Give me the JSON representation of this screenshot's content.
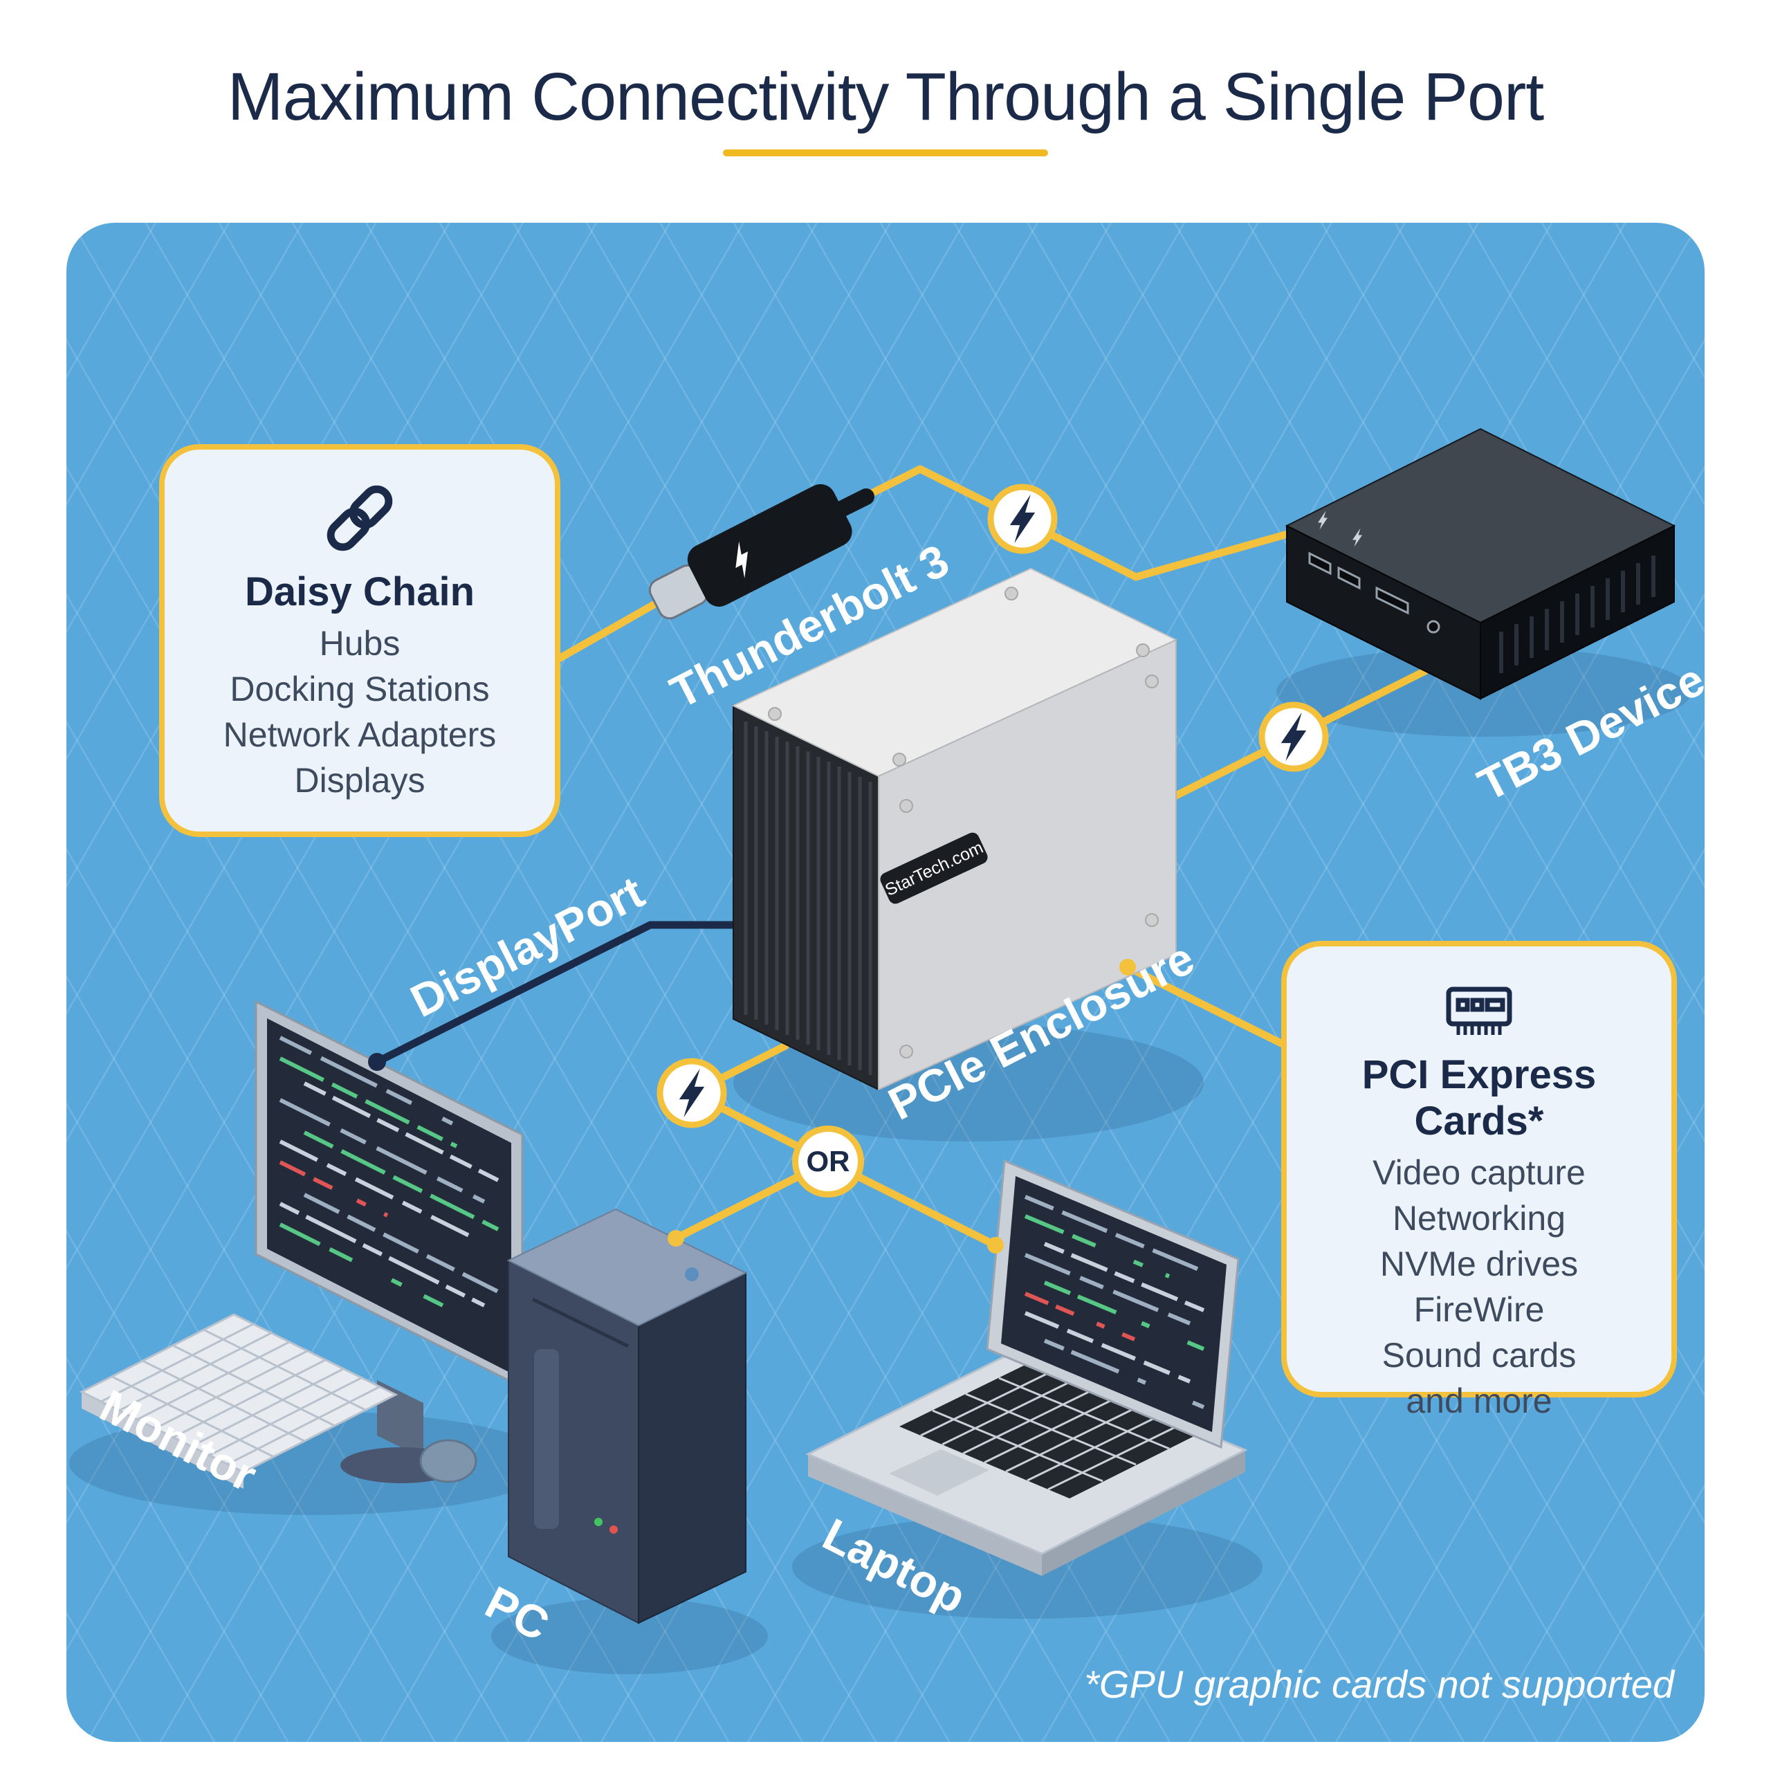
{
  "title": "Maximum Connectivity Through a Single Port",
  "diagram": {
    "daisy_chain": {
      "title": "Daisy Chain",
      "items": [
        "Hubs",
        "Docking Stations",
        "Network Adapters",
        "Displays"
      ]
    },
    "pci_cards": {
      "title": "PCI Express Cards*",
      "items": [
        "Video capture",
        "Networking",
        "NVMe drives",
        "FireWire",
        "Sound cards",
        "and more"
      ]
    },
    "labels": {
      "thunderbolt": "Thunderbolt 3",
      "tb3_device": "TB3 Device",
      "pcie_enclosure": "PCIe Enclosure",
      "displayport": "DisplayPort",
      "monitor": "Monitor",
      "pc": "PC",
      "laptop": "Laptop",
      "or": "OR"
    },
    "brand": "StarTech.com",
    "footnote": "*GPU graphic cards not supported"
  },
  "colors": {
    "panel_blue": "#58A8DC",
    "accent_yellow": "#F4C13D",
    "navy": "#1B2A49"
  }
}
